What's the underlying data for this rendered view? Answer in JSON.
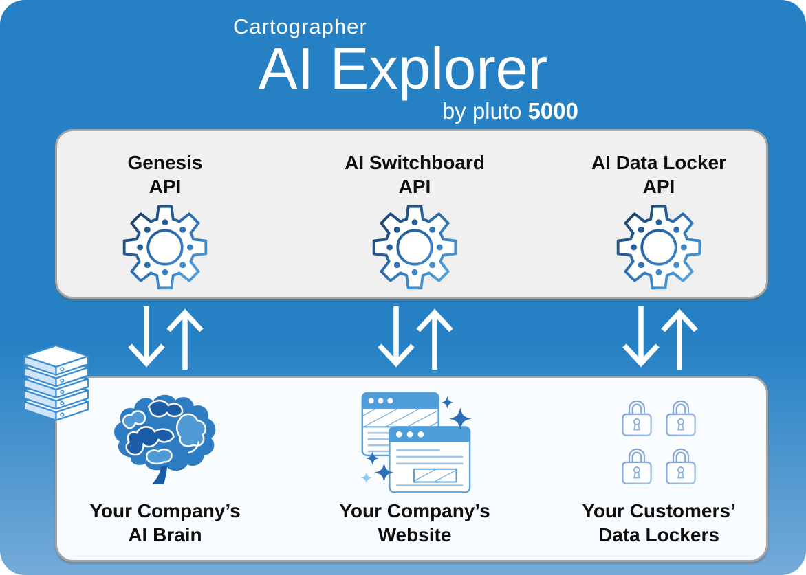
{
  "title": {
    "kicker": "Cartographer",
    "main": "AI Explorer",
    "byline_prefix": "by pluto",
    "byline_bold": "5000"
  },
  "api_box": {
    "items": [
      {
        "line1": "Genesis",
        "line2": "API",
        "icon": "gear-icon"
      },
      {
        "line1": "AI Switchboard",
        "line2": "API",
        "icon": "gear-icon"
      },
      {
        "line1": "AI Data Locker",
        "line2": "API",
        "icon": "gear-icon"
      }
    ]
  },
  "connections": {
    "icon": "bidirectional-arrows-icon"
  },
  "infrastructure": {
    "icon": "server-stack-icon"
  },
  "bottom_box": {
    "items": [
      {
        "line1": "Your Company’s",
        "line2": "AI Brain",
        "icon": "brain-icon"
      },
      {
        "line1": "Your Company’s",
        "line2": "Website",
        "icon": "browser-windows-icon"
      },
      {
        "line1": "Your Customers’",
        "line2": "Data Lockers",
        "icon": "padlock-grid-icon"
      }
    ]
  },
  "colors": {
    "blue": "#2681c4",
    "blue_bottom": "#74abd9",
    "panel_gray": "#f0f0f1",
    "panel_light": "#f9fcfe",
    "border_gray": "#a6a6a6",
    "text_dark": "#0e0e0e",
    "white": "#ffffff",
    "gear_dark": "#183a60",
    "gear_mid": "#2a6cae",
    "gear_light": "#55a9e6",
    "icon_blue": "#4f9ed9",
    "icon_blue_line": "#5ca3da",
    "brain_dark": "#1b5ca7",
    "brain_mid": "#2e7dc2",
    "brain_light": "#4f9ad4",
    "lock_dark": "#6d92c2",
    "lock_light": "#a3c6ea"
  }
}
